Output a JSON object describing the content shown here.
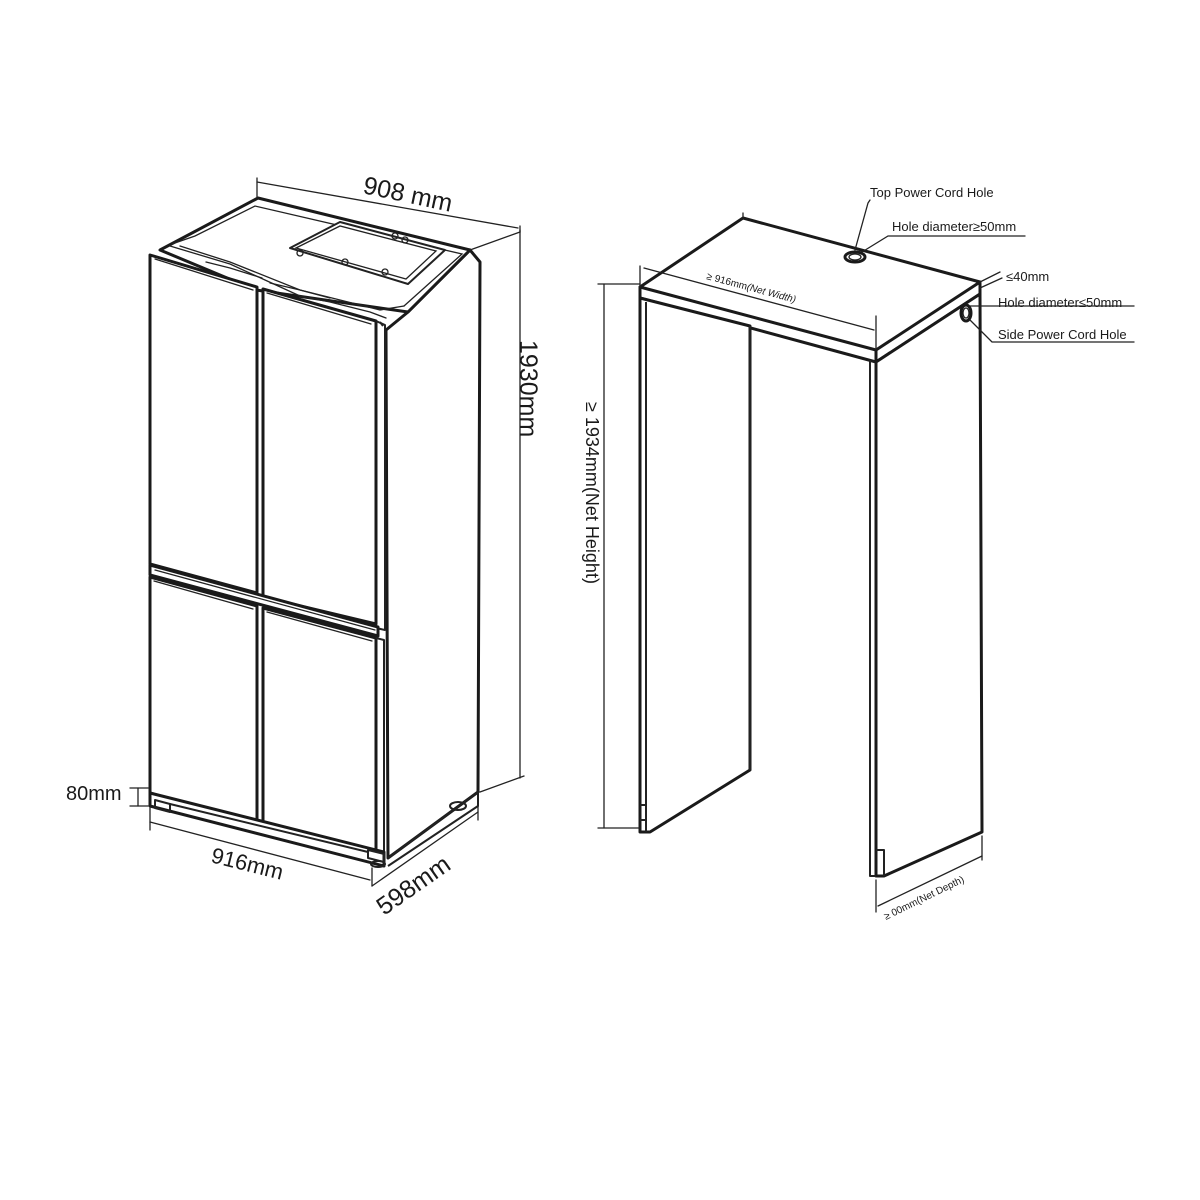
{
  "fridge": {
    "width_top": "908 mm",
    "height": "1930mm",
    "base_height": "80mm",
    "width_bottom": "916mm",
    "depth": "598mm"
  },
  "cabinet": {
    "top_hole_title": "Top Power Cord Hole",
    "top_hole_diameter": "Hole diameter≥50mm",
    "net_width": "≥ 916mm",
    "net_width_label": "(Net Width)",
    "net_height": "≥ 1934mm(Net Height)",
    "side_offset": "≤40mm",
    "side_hole_diameter": "Hole diameter≤50mm",
    "side_hole_title": "Side Power Cord Hole",
    "net_depth": "≥  00mm(Net Depth)"
  }
}
